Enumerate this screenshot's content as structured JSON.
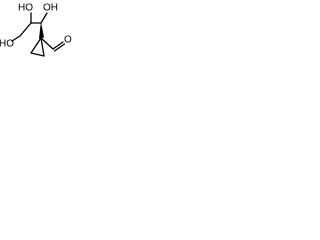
{
  "molecule": {
    "atoms": {
      "oh_top_left": "HO",
      "oh_top_right": "OH",
      "ho_left": "HO",
      "aldehyde_o": "O"
    }
  }
}
